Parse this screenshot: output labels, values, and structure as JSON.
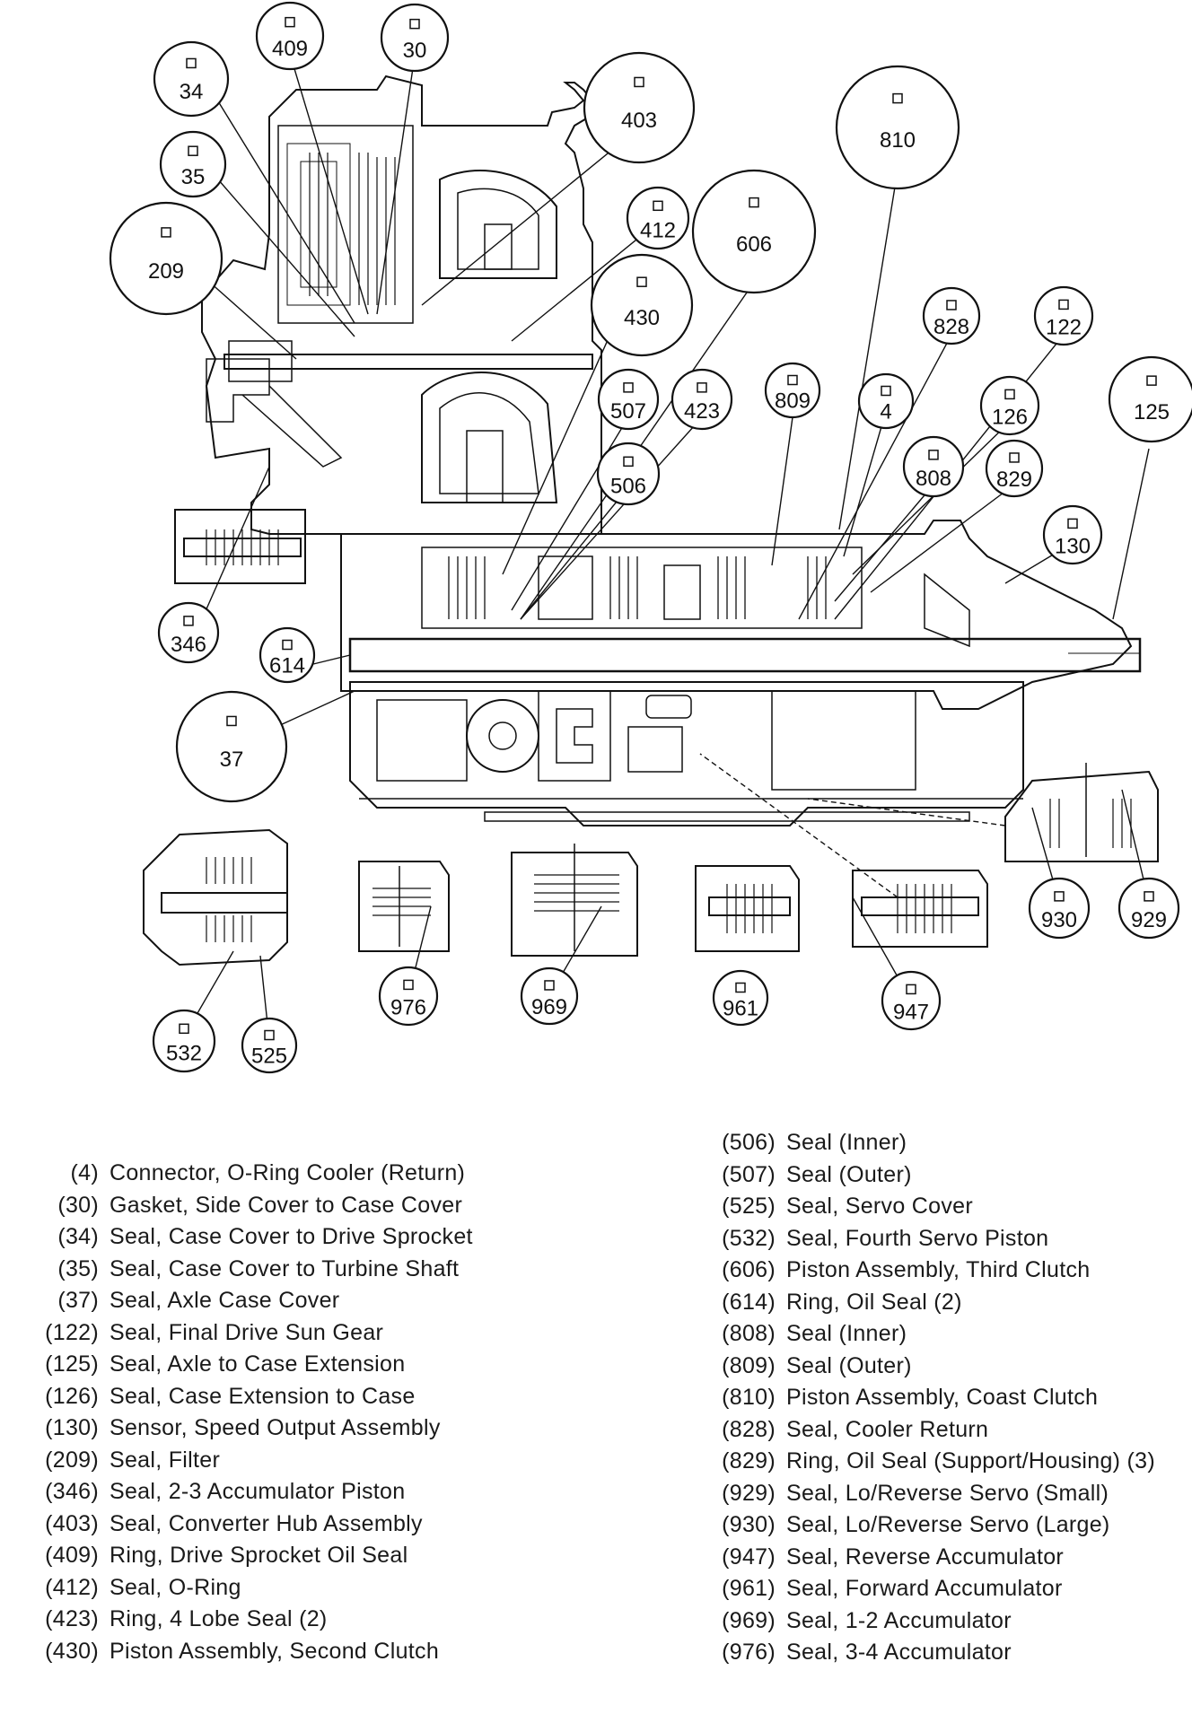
{
  "callouts": [
    {
      "id": "409"
    },
    {
      "id": "30"
    },
    {
      "id": "34"
    },
    {
      "id": "403"
    },
    {
      "id": "810"
    },
    {
      "id": "35"
    },
    {
      "id": "412"
    },
    {
      "id": "606"
    },
    {
      "id": "209"
    },
    {
      "id": "430"
    },
    {
      "id": "828"
    },
    {
      "id": "122"
    },
    {
      "id": "507"
    },
    {
      "id": "423"
    },
    {
      "id": "809"
    },
    {
      "id": "4"
    },
    {
      "id": "126"
    },
    {
      "id": "125"
    },
    {
      "id": "506"
    },
    {
      "id": "808"
    },
    {
      "id": "829"
    },
    {
      "id": "130"
    },
    {
      "id": "346"
    },
    {
      "id": "614"
    },
    {
      "id": "37"
    },
    {
      "id": "930"
    },
    {
      "id": "929"
    },
    {
      "id": "976"
    },
    {
      "id": "969"
    },
    {
      "id": "961"
    },
    {
      "id": "947"
    },
    {
      "id": "532"
    },
    {
      "id": "525"
    }
  ],
  "legend_left": [
    {
      "num": "(4)",
      "text": "Connector, O-Ring Cooler (Return)"
    },
    {
      "num": "(30)",
      "text": "Gasket, Side Cover to Case Cover"
    },
    {
      "num": "(34)",
      "text": "Seal, Case Cover to Drive Sprocket"
    },
    {
      "num": "(35)",
      "text": "Seal, Case Cover to Turbine Shaft"
    },
    {
      "num": "(37)",
      "text": "Seal, Axle Case Cover"
    },
    {
      "num": "(122)",
      "text": "Seal, Final Drive Sun Gear"
    },
    {
      "num": "(125)",
      "text": "Seal, Axle to Case Extension"
    },
    {
      "num": "(126)",
      "text": "Seal, Case Extension to Case"
    },
    {
      "num": "(130)",
      "text": "Sensor, Speed Output Assembly"
    },
    {
      "num": "(209)",
      "text": "Seal, Filter"
    },
    {
      "num": "(346)",
      "text": "Seal, 2-3 Accumulator Piston"
    },
    {
      "num": "(403)",
      "text": "Seal, Converter Hub Assembly"
    },
    {
      "num": "(409)",
      "text": "Ring, Drive Sprocket Oil Seal"
    },
    {
      "num": "(412)",
      "text": "Seal, O-Ring"
    },
    {
      "num": "(423)",
      "text": "Ring, 4 Lobe Seal (2)"
    },
    {
      "num": "(430)",
      "text": "Piston Assembly, Second Clutch"
    }
  ],
  "legend_right": [
    {
      "num": "(506)",
      "text": "Seal (Inner)"
    },
    {
      "num": "(507)",
      "text": "Seal (Outer)"
    },
    {
      "num": "(525)",
      "text": "Seal, Servo Cover"
    },
    {
      "num": "(532)",
      "text": "Seal, Fourth Servo Piston"
    },
    {
      "num": "(606)",
      "text": "Piston Assembly, Third Clutch"
    },
    {
      "num": "(614)",
      "text": "Ring, Oil Seal (2)"
    },
    {
      "num": "(808)",
      "text": "Seal (Inner)"
    },
    {
      "num": "(809)",
      "text": "Seal (Outer)"
    },
    {
      "num": "(810)",
      "text": "Piston Assembly, Coast Clutch"
    },
    {
      "num": "(828)",
      "text": "Seal, Cooler Return"
    },
    {
      "num": "(829)",
      "text": "Ring, Oil Seal (Support/Housing) (3)"
    },
    {
      "num": "(929)",
      "text": "Seal, Lo/Reverse Servo (Small)"
    },
    {
      "num": "(930)",
      "text": "Seal, Lo/Reverse Servo (Large)"
    },
    {
      "num": "(947)",
      "text": "Seal, Reverse Accumulator"
    },
    {
      "num": "(961)",
      "text": "Seal, Forward Accumulator"
    },
    {
      "num": "(969)",
      "text": "Seal, 1-2 Accumulator"
    },
    {
      "num": "(976)",
      "text": "Seal, 3-4 Accumulator"
    }
  ]
}
